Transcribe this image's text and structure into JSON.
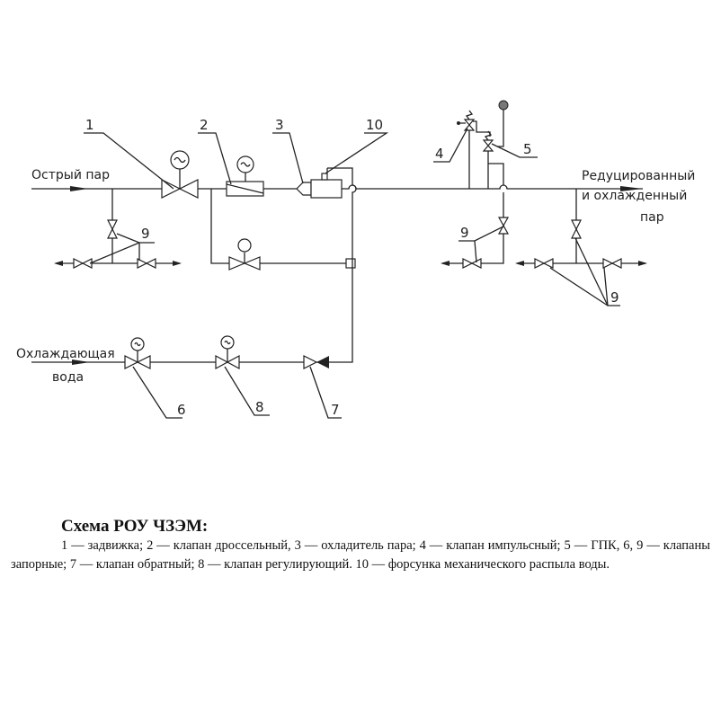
{
  "diagram": {
    "labels": {
      "live_steam": "Острый пар",
      "cooling_water_1": "Охлаждающая",
      "cooling_water_2": "вода",
      "output_1": "Редуцированный",
      "output_2": "и охлажденный",
      "output_3": "пар"
    },
    "callouts": {
      "n1": "1",
      "n2": "2",
      "n3": "3",
      "n4": "4",
      "n5": "5",
      "n6": "6",
      "n7": "7",
      "n8": "8",
      "n9a": "9",
      "n9b": "9",
      "n9c": "9",
      "n10": "10"
    }
  },
  "caption": {
    "title": "Схема РОУ ЧЗЭМ:",
    "body": "1 — задвижка; 2 — клапан дроссельный, 3 — охладитель пара; 4 — клапан импульсный; 5 — ГПК, 6, 9 — клапаны запорные; 7 — клапан обратный; 8 — клапан регулирующий. 10 — форсунка механического распыла воды."
  }
}
